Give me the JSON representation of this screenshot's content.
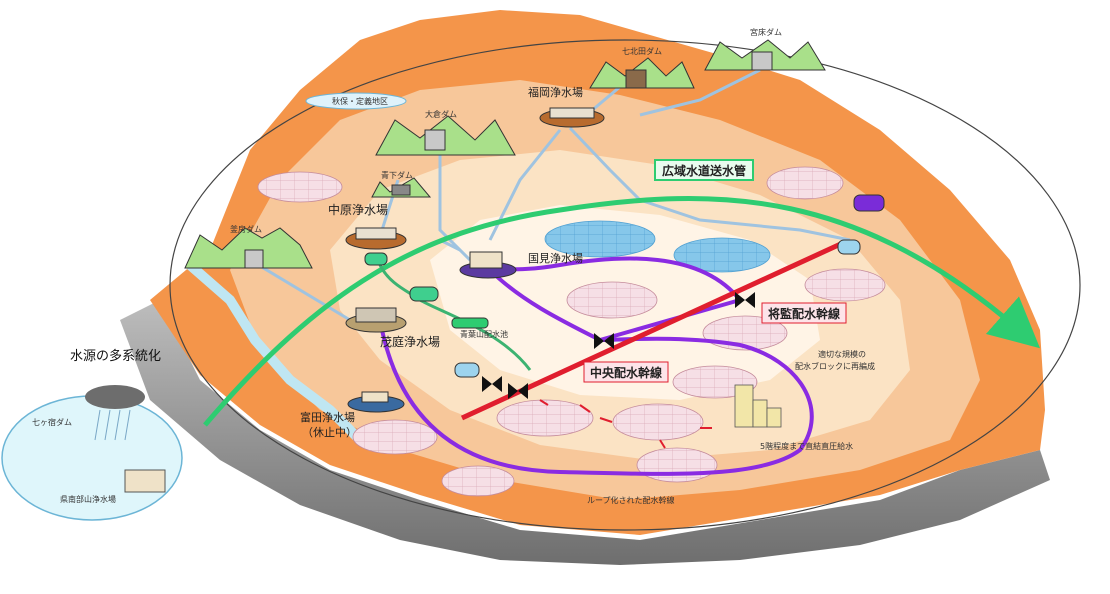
{
  "labels": {
    "wide_pipe": "広域水道送水管",
    "fukuoka_plant": "福岡浄水場",
    "nakahara_plant": "中原浄水場",
    "kunimi_plant": "国見浄水場",
    "mochinoniwa_plant": "茂庭浄水場",
    "tomita_plant": "富田浄水場",
    "tomita_status": "（休止中）",
    "aoba_reservoir": "青葉山配水池",
    "shogen_main": "将監配水幹線",
    "chuo_main": "中央配水幹線",
    "loop_main": "ループ化された配水幹線",
    "direct_supply": "5階程度まで直結直圧給水",
    "redivision_1": "適切な規模の",
    "redivision_2": "配水ブロックに再編成",
    "multi_source": "水源の多系統化",
    "ookura_dam": "大倉ダム",
    "aoge_dam": "青下ダム",
    "kamafusa_dam": "釜房ダム",
    "shichikita_dam": "七北田ダム",
    "miyatoko_dam": "宮床ダム",
    "shichigasyuku_dam": "七ヶ宿ダム",
    "kenminami_plant": "県南部山浄水場",
    "small_label": "秋保・定義地区"
  },
  "colors": {
    "wide_pipe": "#2ecc71",
    "red_main": "#e01e2e",
    "purple_main": "#8a2be2",
    "water_blue": "#86c7ea",
    "block_pink": "#f6dfe6",
    "terrain_orange": "#f4954a",
    "terrain_light": "#f7c79a",
    "mountain_green": "#a9e08a"
  }
}
